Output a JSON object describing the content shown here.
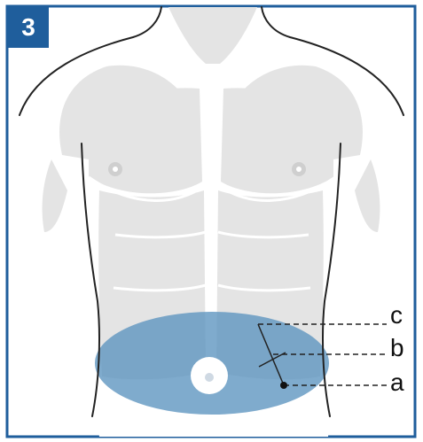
{
  "step": {
    "number": "3"
  },
  "callouts": {
    "a": "a",
    "b": "b",
    "c": "c"
  },
  "colors": {
    "frame_border": "#1f5e9c",
    "badge_background": "#1f5e9c",
    "injection_zone": "#5b93bf",
    "body_outline": "#222222",
    "body_shading": "#e6e6e6"
  }
}
